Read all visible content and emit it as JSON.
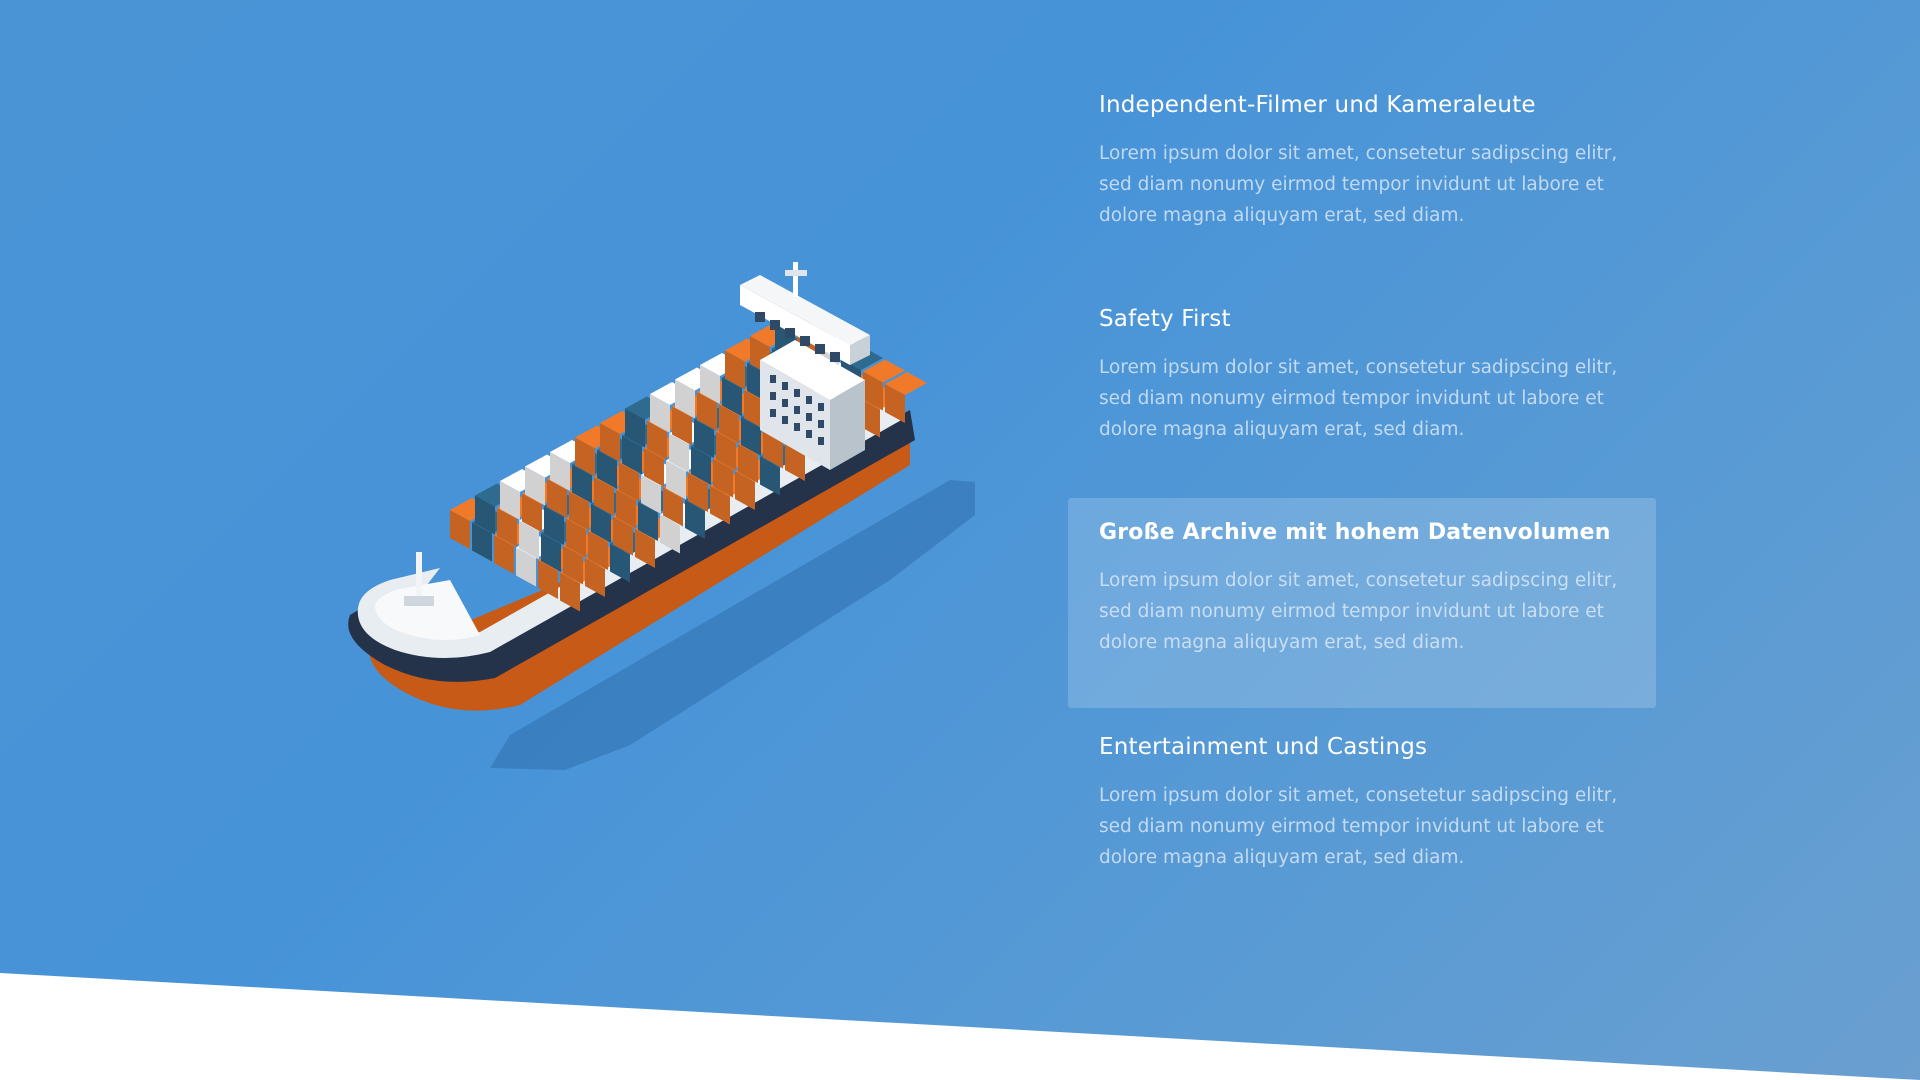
{
  "colors": {
    "background": "#4793d8",
    "hull_orange": "#c65a16",
    "hull_dark": "#24324a",
    "container_orange": "#f07a2a",
    "container_blue": "#2f6a8f",
    "container_white": "#ffffff",
    "wedge": "#ffffff"
  },
  "illustration": {
    "icon": "container-ship-icon"
  },
  "features": [
    {
      "title": "Independent-Filmer und Kameraleute",
      "text": "Lorem ipsum dolor sit amet, consetetur sadipscing elitr, sed diam nonumy eirmod tempor invidunt ut labore et dolore magna aliquyam erat, sed diam.",
      "active": false
    },
    {
      "title": "Safety First",
      "text": "Lorem ipsum dolor sit amet, consetetur sadipscing elitr, sed diam nonumy eirmod tempor invidunt ut labore et dolore magna aliquyam erat, sed diam.",
      "active": false
    },
    {
      "title": "Große Archive mit hohem Datenvolumen",
      "text": "Lorem ipsum dolor sit amet, consetetur sadipscing elitr, sed diam nonumy eirmod tempor invidunt ut labore et dolore magna aliquyam erat, sed diam.",
      "active": true
    },
    {
      "title": "Entertainment und Castings",
      "text": "Lorem ipsum dolor sit amet, consetetur sadipscing elitr, sed diam nonumy eirmod tempor invidunt ut labore et dolore magna aliquyam erat, sed diam.",
      "active": false
    }
  ]
}
